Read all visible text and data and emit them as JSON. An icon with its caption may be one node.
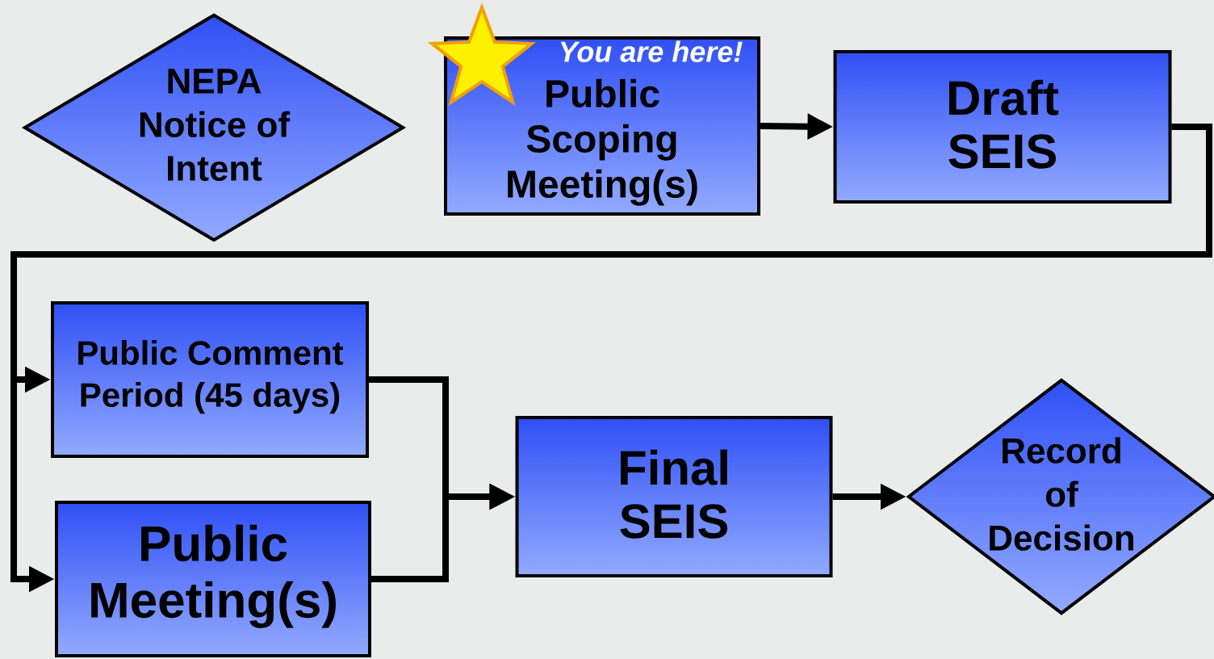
{
  "diagram": {
    "nodes": [
      {
        "text": [
          "NEPA Notice of Intent"
        ]
      },
      {
        "text": [
          "You are here!",
          "Public Scoping Meeting(s)"
        ]
      },
      {
        "text": [
          "Draft SEIS"
        ]
      },
      {
        "text": [
          "Public Comment Period (45 days)"
        ]
      },
      {
        "text": [
          "Public Meeting(s)"
        ]
      },
      {
        "text": [
          "Final SEIS"
        ]
      },
      {
        "text": [
          "Record of Decision"
        ]
      }
    ],
    "edges": [
      {
        "from": 1,
        "to": 2,
        "arrow": "to"
      },
      {
        "from": 2,
        "to": 3,
        "arrow": "to"
      },
      {
        "from": 2,
        "to": 4,
        "arrow": "to"
      },
      {
        "from": 3,
        "to": 5,
        "arrow": "to"
      },
      {
        "from": 4,
        "to": 5,
        "arrow": "to"
      },
      {
        "from": 5,
        "to": 6,
        "arrow": "to"
      }
    ]
  }
}
